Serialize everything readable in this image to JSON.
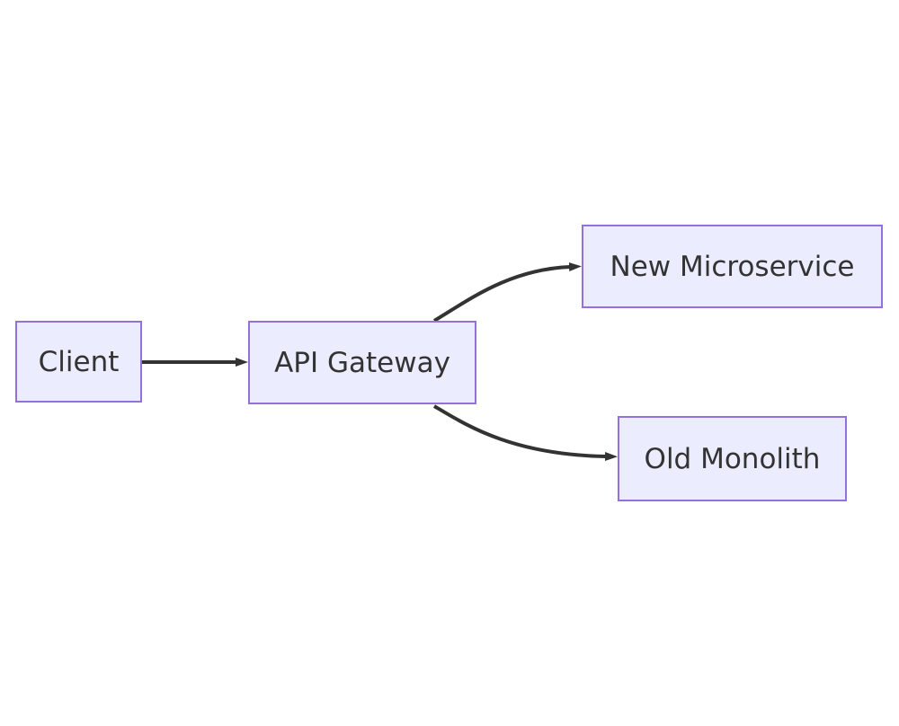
{
  "diagram": {
    "type": "flowchart-LR",
    "nodes": [
      {
        "id": "client",
        "label": "Client"
      },
      {
        "id": "api-gateway",
        "label": "API Gateway"
      },
      {
        "id": "new-microservice",
        "label": "New Microservice"
      },
      {
        "id": "old-monolith",
        "label": "Old Monolith"
      }
    ],
    "edges": [
      {
        "from": "client",
        "to": "api-gateway",
        "style": "straight-arrow"
      },
      {
        "from": "api-gateway",
        "to": "new-microservice",
        "style": "curved-arrow"
      },
      {
        "from": "api-gateway",
        "to": "old-monolith",
        "style": "curved-arrow"
      }
    ],
    "colors": {
      "node_fill": "#ECECFF",
      "node_border": "#9370DB",
      "text": "#333333",
      "edge": "#333333",
      "background": "#FFFFFF"
    }
  }
}
